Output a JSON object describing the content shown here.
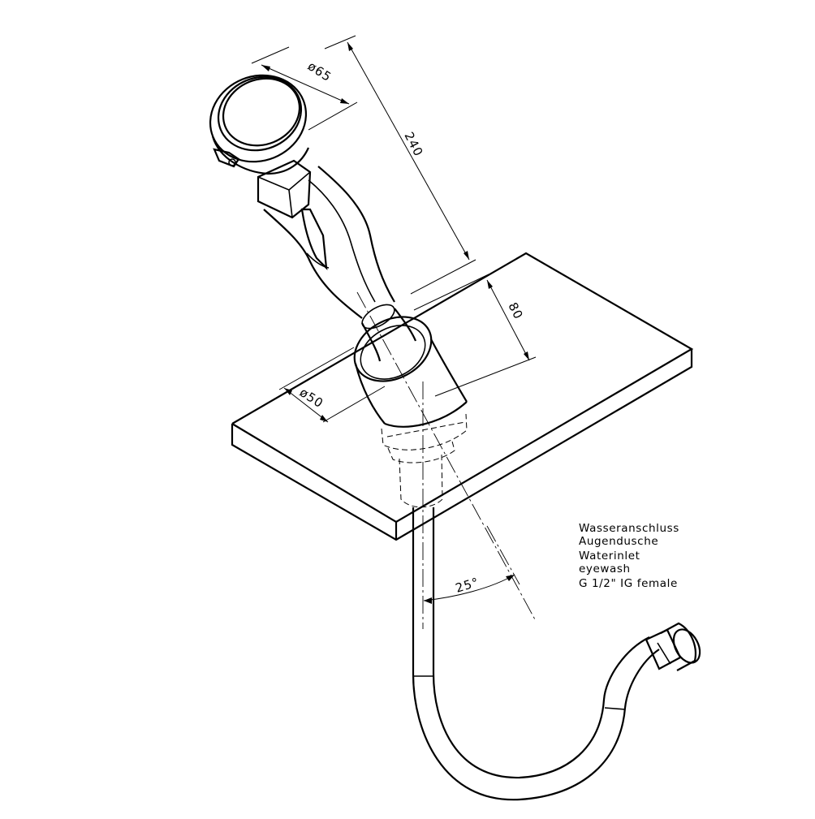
{
  "dimensions": {
    "head_diameter": "ø65",
    "length": "240",
    "height": "80",
    "base_diameter": "ø50",
    "angle": "25°"
  },
  "notes": [
    "Wasseranschluss",
    "Augendusche",
    "Waterinlet",
    "eyewash",
    "G 1/2\" IG female"
  ]
}
